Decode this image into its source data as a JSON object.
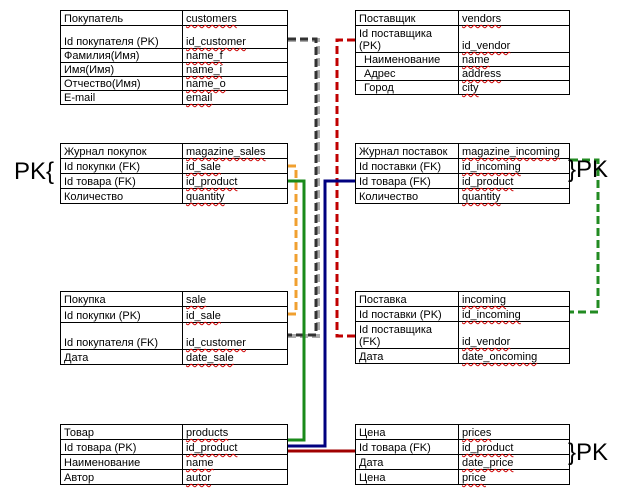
{
  "tables": {
    "customers": {
      "rows": [
        [
          "Покупатель",
          "customers"
        ],
        [
          "Id покупателя (PK)",
          "id_customer"
        ],
        [
          "Фамилия(Имя)",
          "name_f"
        ],
        [
          "Имя(Имя)",
          "name_i"
        ],
        [
          "Отчество(Имя)",
          "name_o"
        ],
        [
          "E-mail",
          "email"
        ]
      ]
    },
    "vendors": {
      "rows": [
        [
          "Поставщик",
          "vendors"
        ],
        [
          "Id поставщика (PK)",
          "id_vendor"
        ],
        [
          "Наименование",
          "name"
        ],
        [
          "Адрес",
          "address"
        ],
        [
          "Город",
          "city"
        ]
      ]
    },
    "magazine_sales": {
      "rows": [
        [
          "Журнал покупок",
          "magazine_sales"
        ],
        [
          "Id покупки (FK)",
          "id_sale"
        ],
        [
          "Id товара (FK)",
          "id_product"
        ],
        [
          "Количество",
          "quantity"
        ]
      ]
    },
    "magazine_incoming": {
      "rows": [
        [
          "Журнал поставок",
          "magazine_incoming"
        ],
        [
          "Id поставки (FK)",
          "id_incoming"
        ],
        [
          "Id товара (FK)",
          "id_product"
        ],
        [
          "Количество",
          "quantity"
        ]
      ]
    },
    "sale": {
      "rows": [
        [
          "Покупка",
          "sale"
        ],
        [
          "Id покупки (PK)",
          "id_sale"
        ],
        [
          "Id покупателя (FK)",
          "id_customer"
        ],
        [
          "Дата",
          "date_sale"
        ]
      ]
    },
    "incoming": {
      "rows": [
        [
          "Поставка",
          "incoming"
        ],
        [
          "Id поставки (PK)",
          "id_incoming"
        ],
        [
          "Id поставщика (FK)",
          "id_vendor"
        ],
        [
          "Дата",
          "date_oncoming"
        ]
      ]
    },
    "products": {
      "rows": [
        [
          "Товар",
          "products"
        ],
        [
          "Id товара (PK)",
          "id_product"
        ],
        [
          "Наименование",
          "name"
        ],
        [
          "Автор",
          "autor"
        ]
      ]
    },
    "prices": {
      "rows": [
        [
          "Цена",
          "prices"
        ],
        [
          "Id товара (FK)",
          "id_product"
        ],
        [
          "Дата",
          "date_price"
        ],
        [
          "Цена",
          "price"
        ]
      ]
    }
  },
  "annotations": {
    "pk_left": "PK{",
    "pk_right_incoming": "}PK",
    "pk_right_prices": "}PK"
  },
  "connector_colors": {
    "customer": "#333333",
    "vendor": "#c00000",
    "sale": "#f0a030",
    "incoming": "#228b22",
    "product_sales": "#1a8a1a",
    "product_incoming": "#00007f",
    "product_prices": "#a00000"
  }
}
